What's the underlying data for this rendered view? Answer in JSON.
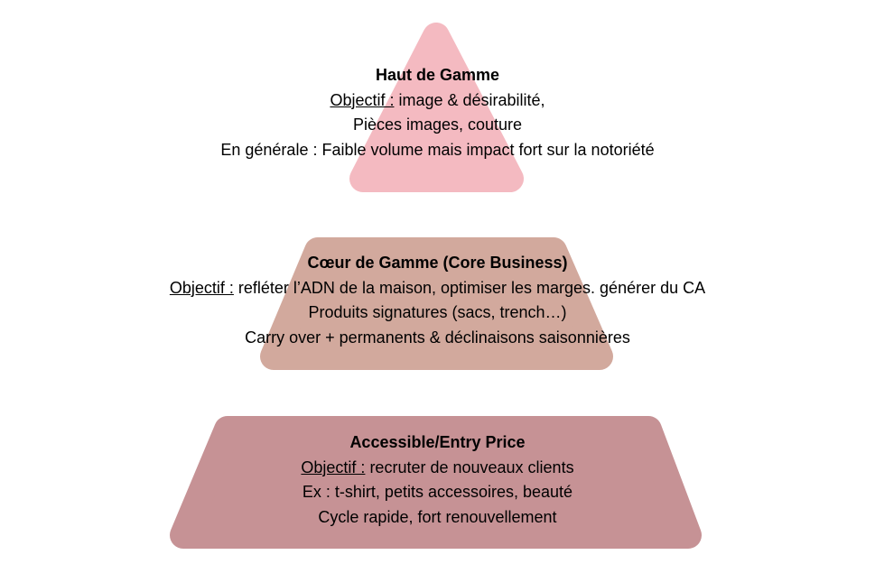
{
  "colors": {
    "top": "#F4BAC1",
    "middle": "#D2A99D",
    "bottom": "#C69295"
  },
  "tiers": [
    {
      "title": "Haut de Gamme",
      "objective_label": "Objectif :",
      "objective_text": " image & désirabilité,",
      "line2": "Pièces images, couture",
      "line3": "En générale : Faible volume mais impact fort sur la notoriété"
    },
    {
      "title": "Cœur de Gamme (Core Business)",
      "objective_label": "Objectif :",
      "objective_text": " refléter l’ADN de la maison, optimiser les marges. générer du CA",
      "line2": "Produits signatures (sacs, trench…)",
      "line3": "Carry over + permanents &  déclinaisons saisonnières"
    },
    {
      "title": "Accessible/Entry Price",
      "objective_label": "Objectif :",
      "objective_text": " recruter de nouveaux clients",
      "line2": "Ex : t-shirt, petits accessoires, beauté",
      "line3": "Cycle rapide, fort renouvellement"
    }
  ]
}
